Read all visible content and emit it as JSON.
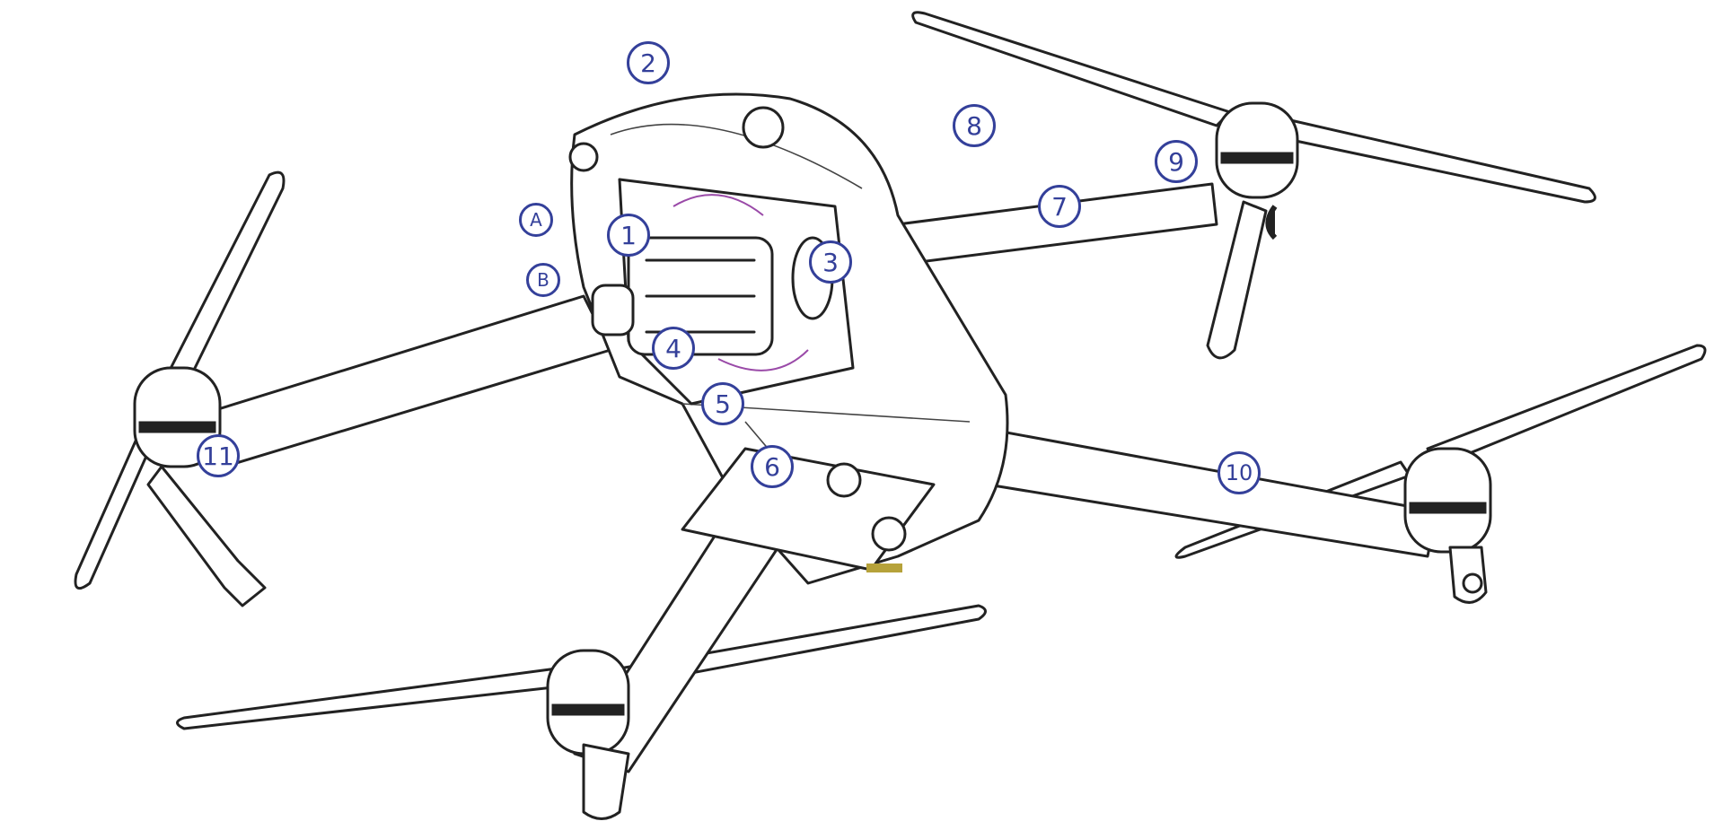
{
  "diagram": {
    "subject": "drone",
    "callouts": {
      "c1": "1",
      "c2": "2",
      "c3": "3",
      "c4": "4",
      "c5": "5",
      "c6": "6",
      "c7": "7",
      "c8": "8",
      "c9": "9",
      "c10": "10",
      "c11": "11",
      "cA": "A",
      "cB": "B"
    },
    "colors": {
      "callout": "#34409a",
      "line": "#222222",
      "accent": "#9a4aa8"
    }
  }
}
